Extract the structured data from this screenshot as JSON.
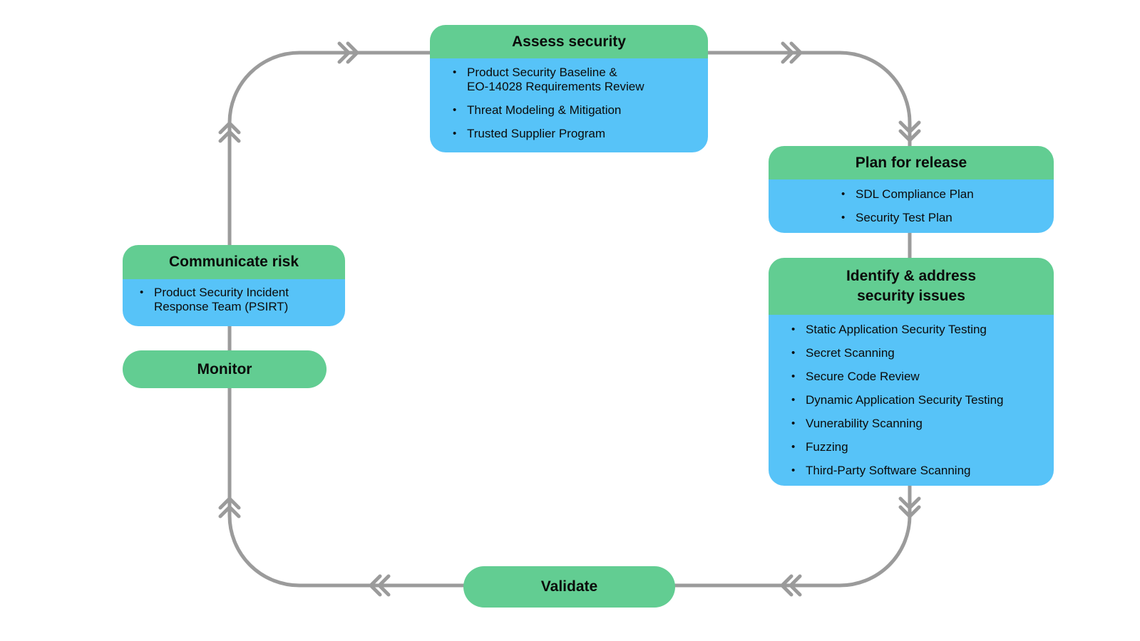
{
  "colors": {
    "green": "#62CD92",
    "blue": "#57C3F8",
    "line": "#9B9B9B",
    "text": "#0B0B0B"
  },
  "glyphs": {
    "bullet": "•",
    "flow_arrow": "double-chevron"
  },
  "nodes": {
    "assess": {
      "title": "Assess security",
      "bullets": [
        "Product Security Baseline &\nEO-14028 Requirements Review",
        "Threat Modeling & Mitigation",
        "Trusted Supplier Program"
      ]
    },
    "plan": {
      "title": "Plan for release",
      "bullets": [
        "SDL Compliance Plan",
        "Security Test Plan"
      ]
    },
    "identify": {
      "title": "Identify & address\nsecurity issues",
      "bullets": [
        "Static Application Security Testing",
        "Secret Scanning",
        "Secure Code Review",
        "Dynamic Application Security Testing",
        "Vunerability Scanning",
        "Fuzzing",
        "Third-Party Software Scanning"
      ]
    },
    "communicate": {
      "title": "Communicate risk",
      "bullets": [
        "Product Security Incident\nResponse Team (PSIRT)"
      ]
    },
    "monitor": {
      "title": "Monitor"
    },
    "validate": {
      "title": "Validate"
    }
  }
}
